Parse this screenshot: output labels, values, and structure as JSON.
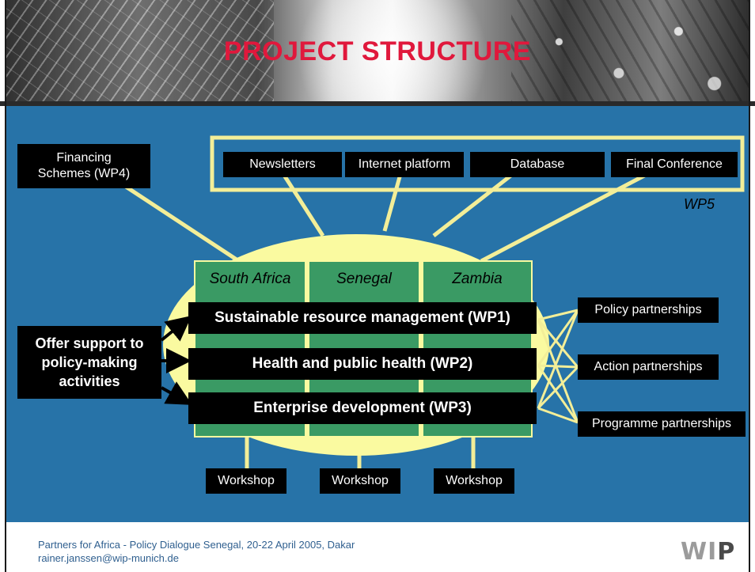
{
  "title": "PROJECT STRUCTURE",
  "financing": {
    "line1": "Financing",
    "line2": "Schemes (WP4)"
  },
  "wp5": {
    "label": "WP5",
    "items": [
      "Newsletters",
      "Internet platform",
      "Database",
      "Final Conference"
    ]
  },
  "countries": [
    "South Africa",
    "Senegal",
    "Zambia"
  ],
  "work_packages": [
    "Sustainable resource management (WP1)",
    "Health and public health (WP2)",
    "Enterprise development (WP3)"
  ],
  "offer": {
    "line1": "Offer support to",
    "line2": "policy-making",
    "line3": "activities"
  },
  "partnerships": [
    "Policy partnerships",
    "Action partnerships",
    "Programme partnerships"
  ],
  "workshops": [
    "Workshop",
    "Workshop",
    "Workshop"
  ],
  "footer": {
    "line1": "Partners for Africa - Policy Dialogue Senegal, 20-22 April 2005, Dakar",
    "line2": "rainer.janssen@wip-munich.de"
  },
  "logo": {
    "main": "WI",
    "accent": "P"
  },
  "colors": {
    "background": "#2773a8",
    "title": "#e0183c",
    "ellipse": "#fafaa0",
    "country_columns": "#3a9a64",
    "connector": "#f3ee98"
  }
}
